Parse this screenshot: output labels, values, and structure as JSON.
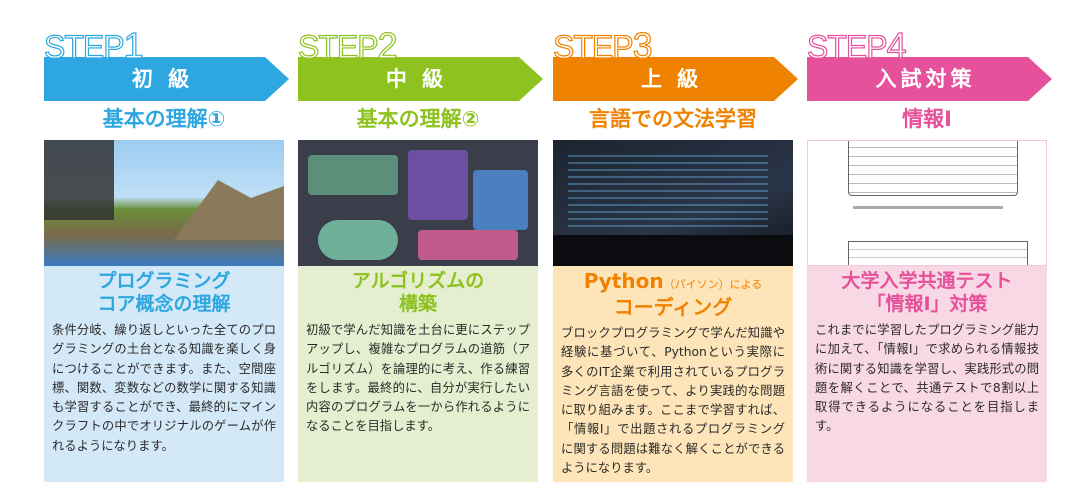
{
  "steps": [
    {
      "step": "STEP",
      "num": "1",
      "level": "初 級",
      "subtitle": "基本の理解①",
      "image": "minecraft-screenshot",
      "heading1": "プログラミング",
      "heading2": "コア概念の理解",
      "body": "条件分岐、繰り返しといった全てのプログラミングの土台となる知識を楽しく身につけることができます。また、空間座標、関数、変数などの数学に関する知識も学習することができ、最終的にマインクラフトの中でオリジナルのゲームが作れるようになります。",
      "color": "#2ea7e0",
      "bg": "#d4e9f8"
    },
    {
      "step": "STEP",
      "num": "2",
      "level": "中 級",
      "subtitle": "基本の理解②",
      "image": "block-programming-screenshot",
      "heading1": "アルゴリズムの",
      "heading2": "構築",
      "body": "初級で学んだ知識を土台に更にステップアップし、複雑なプログラムの道筋（アルゴリズム）を論理的に考え、作る練習をします。最終的に、自分が実行したい内容のプログラムを一から作れるようになることを目指します。",
      "color": "#8dc21f",
      "bg": "#e5efd0"
    },
    {
      "step": "STEP",
      "num": "3",
      "level": "上 級",
      "subtitle": "言語での文法学習",
      "image": "laptop-code-photo",
      "heading1": "Python",
      "heading1_small": "（パイソン）による",
      "heading2": "コーディング",
      "body": "ブロックプログラミングで学んだ知識や経験に基づいて、Pythonという実際に多くのIT企業で利用されているプログラミング言語を使って、より実践的な問題に取り組みます。ここまで学習すれば、「情報Ⅰ」で出題されるプログラミングに関する問題は難なく解くことができるようになります。",
      "color": "#ef8200",
      "bg": "#fde5b9"
    },
    {
      "step": "STEP",
      "num": "4",
      "level": "入試対策",
      "subtitle": "情報Ⅰ",
      "image": "exam-question-scan",
      "heading1": "大学入学共通テスト",
      "heading2": "「情報Ⅰ」対策",
      "body": "これまでに学習したプログラミング能力に加えて、「情報Ⅰ」で求められる情報技術に関する知識を学習し、実践形式の問題を解くことで、共通テストで8割以上取得できるようになることを目指します。",
      "color": "#e5519a",
      "bg": "#f9d8e6"
    }
  ]
}
